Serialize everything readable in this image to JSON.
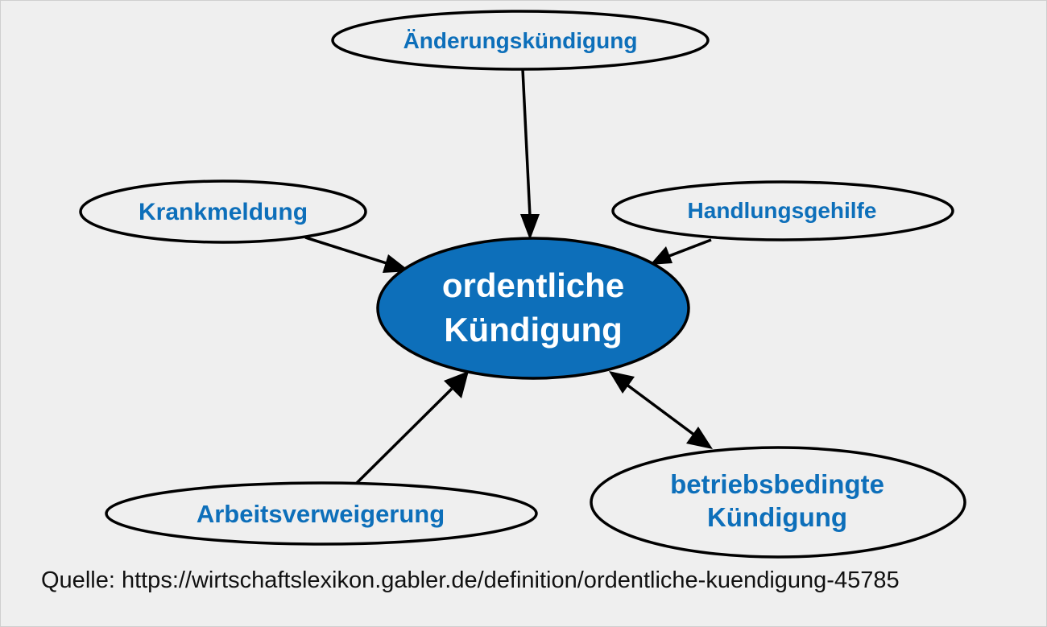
{
  "diagram": {
    "center_node": {
      "line1": "ordentliche",
      "line2": "Kündigung"
    },
    "nodes": {
      "aenderungskuendigung": "Änderungskündigung",
      "krankmeldung": "Krankmeldung",
      "handlungsgehilfe": "Handlungsgehilfe",
      "arbeitsverweigerung": "Arbeitsverweigerung",
      "betriebsbedingte_line1": "betriebsbedingte",
      "betriebsbedingte_line2": "Kündigung"
    },
    "colors": {
      "center_fill": "#0d6fba",
      "node_text": "#0d6fba",
      "center_text": "#ffffff",
      "node_fill": "#efefef",
      "stroke": "#000000",
      "background": "#efefef"
    }
  },
  "caption": {
    "source": "Quelle: https://wirtschaftslexikon.gabler.de/definition/ordentliche-kuendigung-45785"
  }
}
